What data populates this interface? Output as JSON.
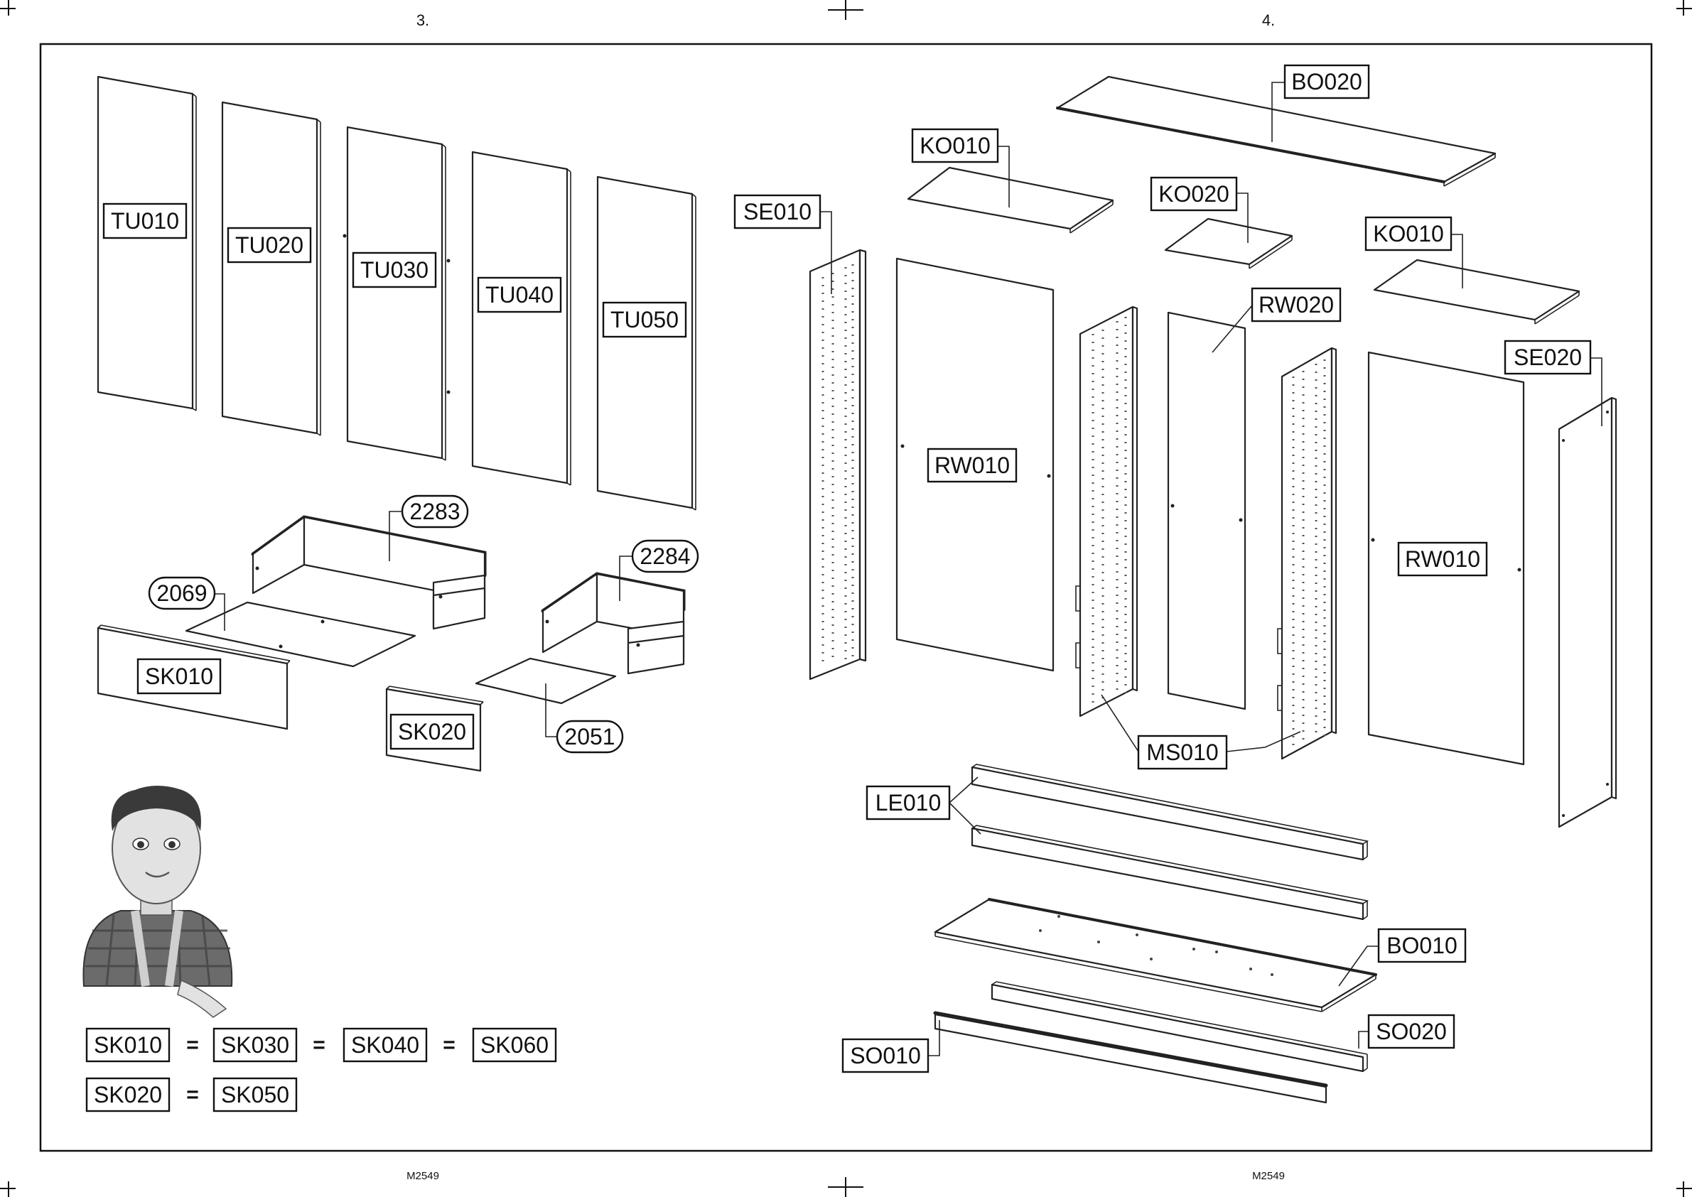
{
  "page_numbers": {
    "left": "3.",
    "right": "4."
  },
  "footer_codes": {
    "left": "M2549",
    "right": "M2549"
  },
  "door_labels": [
    "TU010",
    "TU020",
    "TU030",
    "TU040",
    "TU050"
  ],
  "drawer_callouts": {
    "box_large": "2283",
    "bottom_large": "2069",
    "box_small": "2284",
    "bottom_small": "2051"
  },
  "drawer_front_labels": {
    "front_large": "SK010",
    "front_small": "SK020"
  },
  "equivalences": {
    "row1": [
      "SK010",
      "SK030",
      "SK040",
      "SK060"
    ],
    "row2": [
      "SK020",
      "SK050"
    ],
    "symbol": "="
  },
  "carcass_labels": {
    "top_board": "BO020",
    "top_shelf_left": "KO010",
    "top_shelf_middle": "KO020",
    "top_shelf_right": "KO010",
    "side_left": "SE010",
    "side_right": "SE020",
    "back_wall_left": "RW010",
    "back_wall_middle": "RW020",
    "back_wall_right": "RW010",
    "middle_walls": "MS010",
    "rails": "LE010",
    "bottom_board": "BO010",
    "plinth_front": "SO010",
    "plinth_back": "SO020"
  }
}
